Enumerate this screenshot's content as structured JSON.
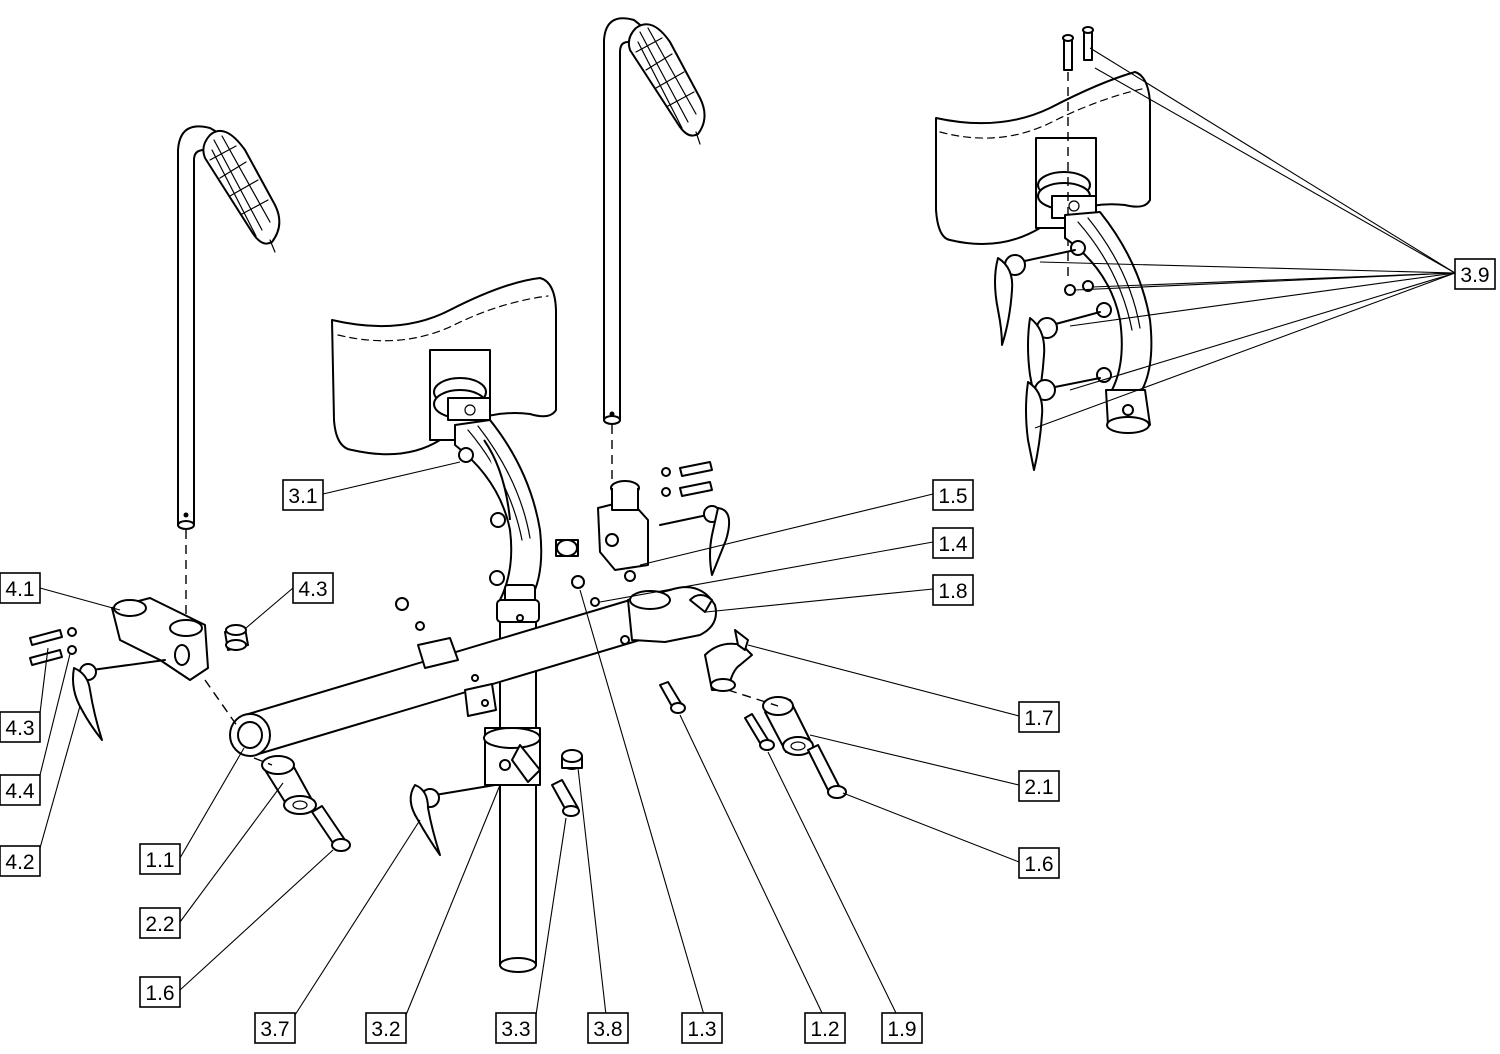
{
  "labels": {
    "l_3_9": "3.9",
    "l_3_1": "3.1",
    "l_1_5": "1.5",
    "l_1_4": "1.4",
    "l_1_8": "1.8",
    "l_4_1": "4.1",
    "l_4_3_top": "4.3",
    "l_4_3_bottom": "4.3",
    "l_4_4": "4.4",
    "l_4_2": "4.2",
    "l_1_7": "1.7",
    "l_2_1": "2.1",
    "l_1_6_right": "1.6",
    "l_1_1": "1.1",
    "l_2_2": "2.2",
    "l_1_6_left": "1.6",
    "l_3_7": "3.7",
    "l_3_2": "3.2",
    "l_3_3": "3.3",
    "l_3_8": "3.8",
    "l_1_3": "1.3",
    "l_1_2": "1.2",
    "l_1_9": "1.9"
  }
}
